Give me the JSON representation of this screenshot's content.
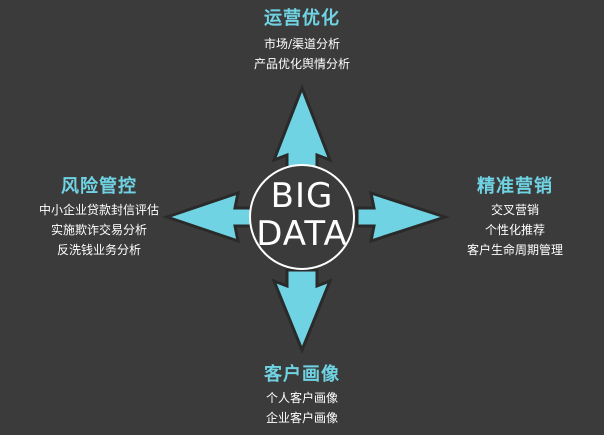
{
  "center": {
    "line1": "BIG",
    "line2": "DATA"
  },
  "top": {
    "title": "运营优化",
    "items": [
      "市场/渠道分析",
      "产品优化舆情分析"
    ]
  },
  "right": {
    "title": "精准营销",
    "items": [
      "交叉营销",
      "个性化推荐",
      "客户生命周期管理"
    ]
  },
  "bottom": {
    "title": "客户画像",
    "items": [
      "个人客户画像",
      "企业客户画像"
    ]
  },
  "left": {
    "title": "风险管控",
    "items": [
      "中小企业贷款封信评估",
      "实施欺诈交易分析",
      "反洗钱业务分析"
    ]
  },
  "colors": {
    "background": "#3b3b3b",
    "accent": "#6fd3e3",
    "text": "#ffffff",
    "circle_outline": "#ffffff"
  }
}
